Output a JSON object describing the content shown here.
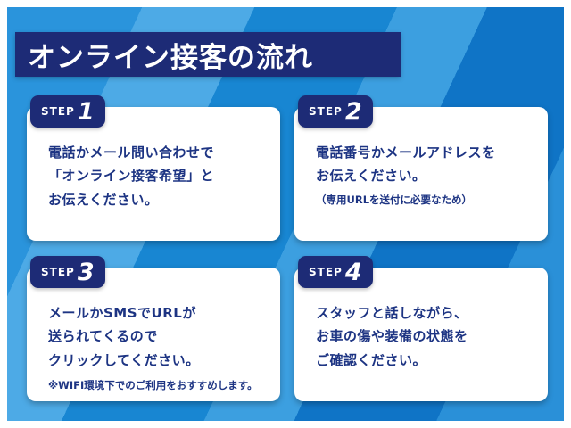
{
  "header": {
    "title": "オンライン接客の流れ"
  },
  "steps": [
    {
      "badge_label": "STEP",
      "badge_number": "1",
      "lines": [
        "電話かメール問い合わせで",
        "「オンライン接客希望」と",
        "お伝えください。"
      ]
    },
    {
      "badge_label": "STEP",
      "badge_number": "2",
      "lines": [
        "電話番号かメールアドレスを",
        "お伝えください。"
      ],
      "note": "（専用URLを送付に必要なため）"
    },
    {
      "badge_label": "STEP",
      "badge_number": "3",
      "lines": [
        "メールかSMSでURLが",
        "送られてくるので",
        "クリックしてください。"
      ],
      "note": "※WIFI環境下でのご利用をおすすめします。"
    },
    {
      "badge_label": "STEP",
      "badge_number": "4",
      "lines": [
        "スタッフと話しながら、",
        "お車の傷や装備の状態を",
        "ご確認ください。"
      ]
    }
  ],
  "colors": {
    "banner_navy": "#1d2b76",
    "card_text_navy": "#1d3483",
    "background_blue": "#1886d2",
    "background_blue_light": "#4daae6",
    "background_blue_dark": "#0f74c6",
    "card_white": "#ffffff"
  }
}
